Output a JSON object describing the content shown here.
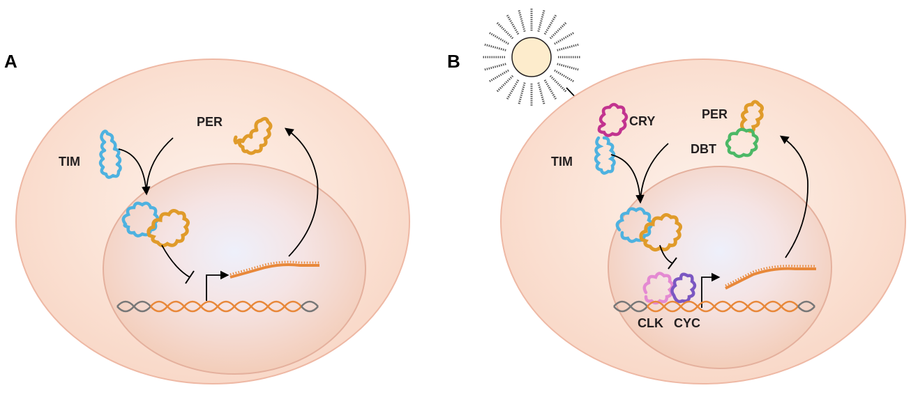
{
  "panels": {
    "a": {
      "label": "A",
      "proteins": {
        "per": "PER",
        "tim": "TIM"
      }
    },
    "b": {
      "label": "B",
      "proteins": {
        "per": "PER",
        "dbt": "DBT",
        "cry": "CRY",
        "tim": "TIM",
        "clk": "CLK",
        "cyc": "CYC"
      }
    }
  },
  "colors": {
    "cell": "#fbe0d2",
    "cell_border": "#eeb8a4",
    "nucleus_border": "#e4b09d",
    "nucleus_center": "#eef0fb",
    "per": "#e09b2a",
    "tim": "#4eb2e0",
    "cry": "#c2338f",
    "dbt": "#4cb866",
    "clk": "#e48ad2",
    "cyc": "#7b57c2",
    "dna": "#e8883a",
    "dna_flank": "#777777",
    "sun": "#fdeccc",
    "arrow": "#000000"
  }
}
